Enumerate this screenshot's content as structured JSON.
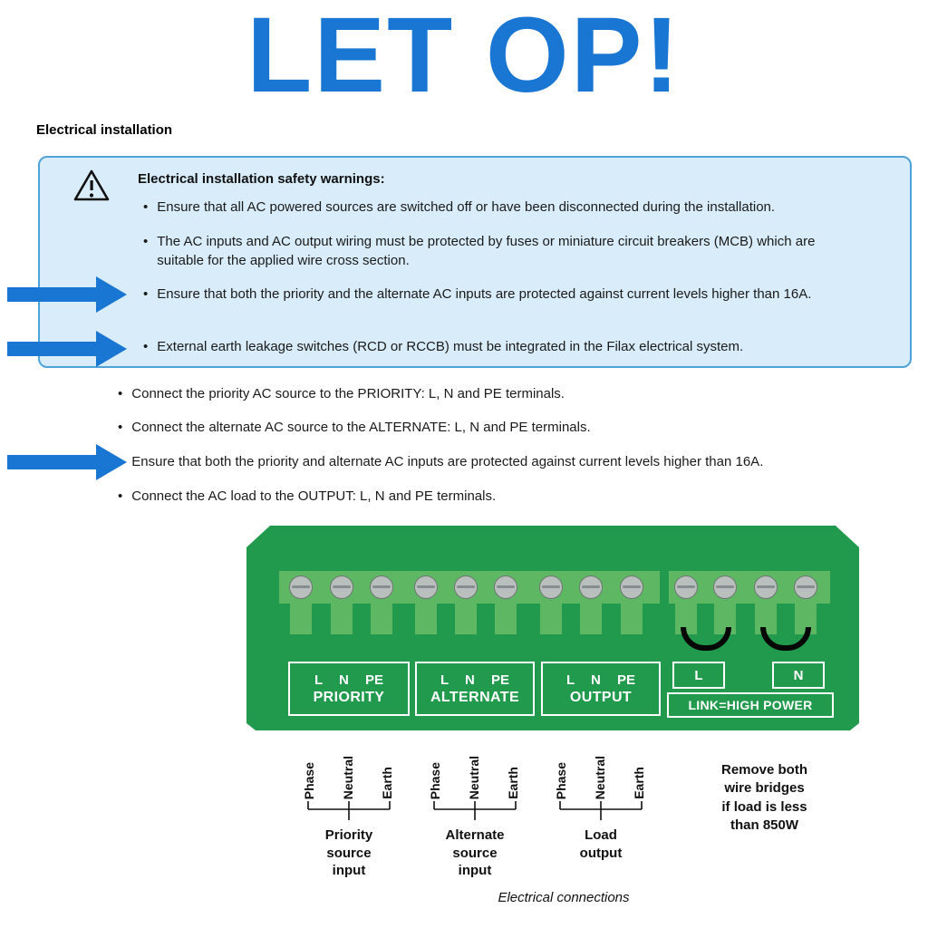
{
  "ui": {
    "bullet_char": "•"
  },
  "page": {
    "title": "LET OP!",
    "section_heading": "Electrical installation"
  },
  "warning_box": {
    "heading": "Electrical installation safety warnings:",
    "bullets": [
      "Ensure that all AC powered sources are switched off or have been disconnected during the installation.",
      "The AC inputs and AC output wiring must be protected by fuses or miniature circuit breakers (MCB) which are suitable for the applied wire cross section.",
      "Ensure that both the priority and the alternate AC inputs are protected against current levels higher than 16A.",
      "External earth leakage switches (RCD or RCCB) must be integrated in the Filax electrical system."
    ]
  },
  "instructions": [
    "Connect the priority AC source to the PRIORITY: L, N and PE terminals.",
    "Connect the alternate AC source to the ALTERNATE: L, N and PE terminals.",
    "Ensure that both the priority and alternate AC inputs are protected against current levels higher than 16A.",
    "Connect the AC load to the OUTPUT: L, N and PE terminals."
  ],
  "diagram": {
    "terminals": [
      {
        "pins": "L N PE",
        "name": "PRIORITY"
      },
      {
        "pins": "L N PE",
        "name": "ALTERNATE"
      },
      {
        "pins": "L N PE",
        "name": "OUTPUT"
      }
    ],
    "link": {
      "left_pin": "L",
      "right_pin": "N",
      "label": "LINK=HIGH POWER"
    },
    "pin_labels": [
      "Phase",
      "Neutral",
      "Earth"
    ],
    "group_labels": [
      "Priority\nsource\ninput",
      "Alternate\nsource\ninput",
      "Load\noutput"
    ],
    "note": "Remove both\nwire bridges\nif load is less\nthan 850W",
    "caption": "Electrical connections"
  },
  "colors": {
    "accent_blue": "#1976d2",
    "warning_bg": "#d9ecf9",
    "warning_border": "#4da3da",
    "board_green": "#229a4e",
    "strip_green": "#5eb763"
  }
}
